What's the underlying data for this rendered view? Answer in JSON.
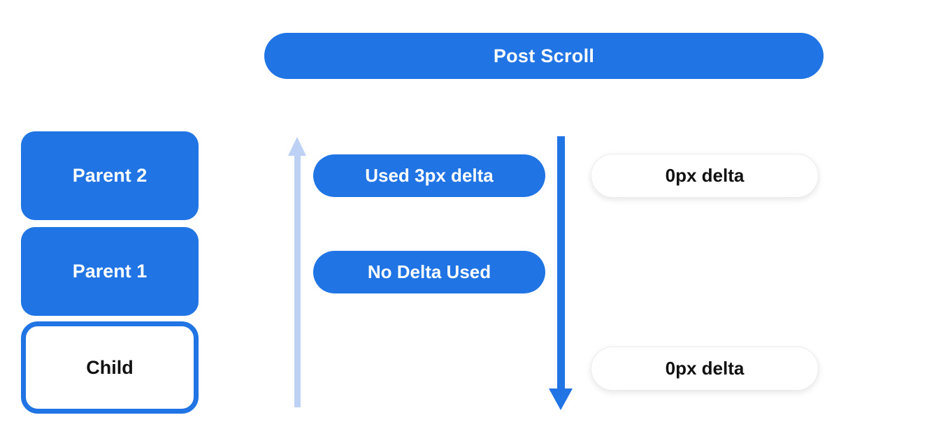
{
  "diagram": {
    "title": "Post Scroll",
    "left_stack": [
      {
        "id": "parent2",
        "label": "Parent 2",
        "style": "filled-blue"
      },
      {
        "id": "parent1",
        "label": "Parent 1",
        "style": "filled-blue"
      },
      {
        "id": "child",
        "label": "Child",
        "style": "outlined-blue"
      }
    ],
    "middle_labels": [
      {
        "label": "Used 3px delta"
      },
      {
        "label": "No Delta Used"
      }
    ],
    "right_labels": [
      {
        "label": "0px delta"
      },
      {
        "label": "0px delta"
      }
    ],
    "arrows": [
      {
        "name": "up-arrow",
        "direction": "up",
        "color": "#BCD1F3"
      },
      {
        "name": "down-arrow",
        "direction": "down",
        "color": "#2074E4"
      }
    ],
    "colors": {
      "accent_blue": "#2074E4",
      "light_blue": "#BCD1F3",
      "pill_text_light": "#FFFFFF",
      "pill_text_dark": "#111111",
      "white_pill_border": "#ECECEC",
      "background": "#FFFFFF"
    }
  }
}
